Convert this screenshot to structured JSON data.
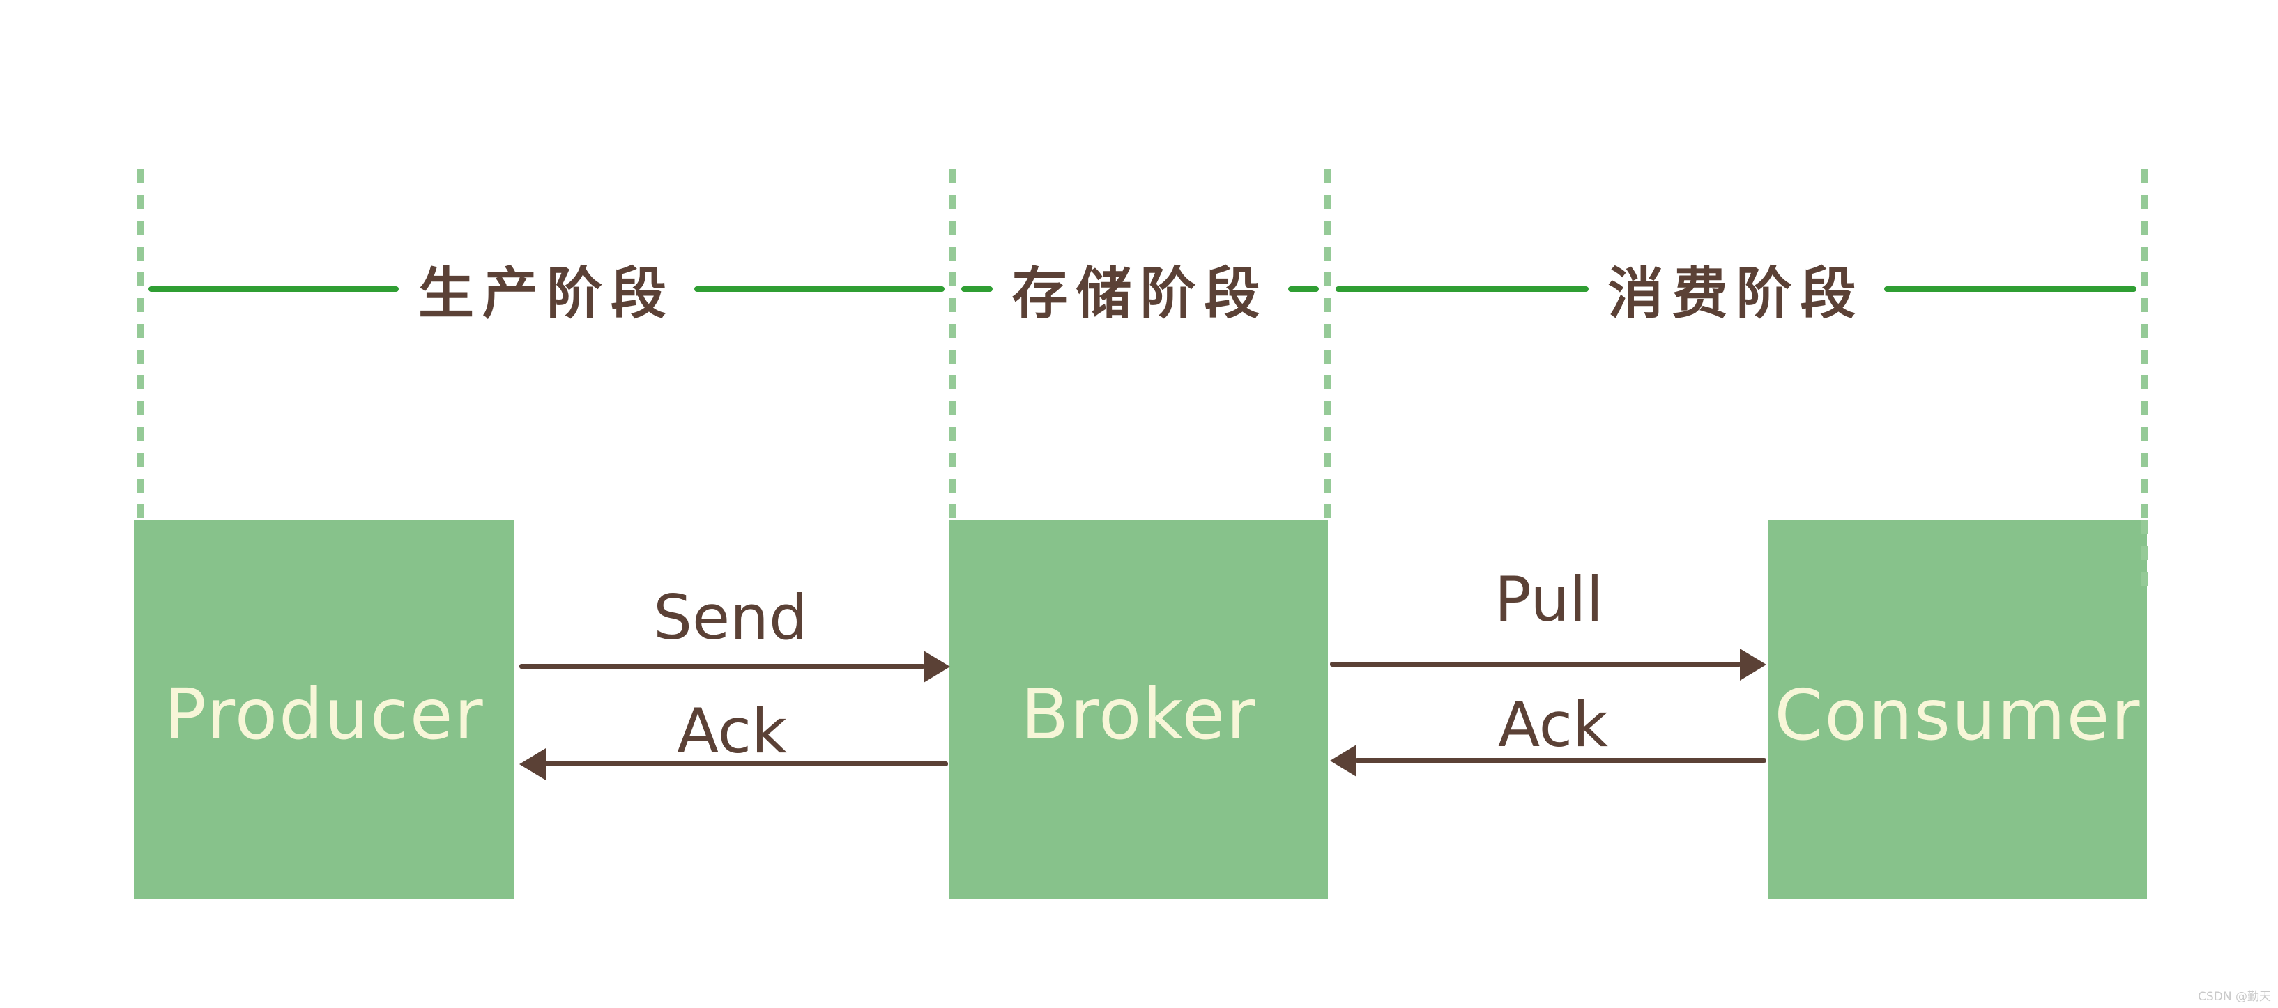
{
  "colors": {
    "box_green": "#87c28b",
    "dash_green": "#95ca97",
    "line_green": "#2f9e33",
    "brown": "#5b4136",
    "cream": "#f7f6d8",
    "watermark_gray": "#c9c9c9"
  },
  "phases": [
    {
      "id": "production",
      "label": "生产阶段"
    },
    {
      "id": "storage",
      "label": "存储阶段"
    },
    {
      "id": "consumption",
      "label": "消费阶段"
    }
  ],
  "nodes": [
    {
      "id": "producer",
      "label": "Producer"
    },
    {
      "id": "broker",
      "label": "Broker"
    },
    {
      "id": "consumer",
      "label": "Consumer"
    }
  ],
  "arrows": [
    {
      "id": "send",
      "label": "Send",
      "from": "Producer",
      "to": "Broker",
      "direction": "right"
    },
    {
      "id": "ack-producer",
      "label": "Ack",
      "from": "Broker",
      "to": "Producer",
      "direction": "left"
    },
    {
      "id": "pull",
      "label": "Pull",
      "from": "Broker",
      "to": "Consumer",
      "direction": "right"
    },
    {
      "id": "ack-broker",
      "label": "Ack",
      "from": "Consumer",
      "to": "Broker",
      "direction": "left"
    }
  ],
  "watermark": "CSDN @勤天"
}
